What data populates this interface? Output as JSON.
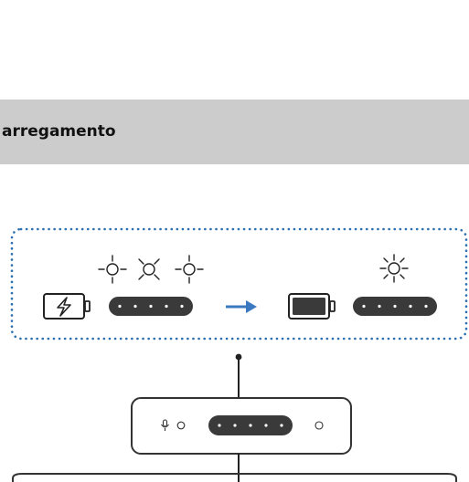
{
  "section": {
    "title": "arregamento"
  },
  "diagram": {
    "states": [
      {
        "battery": "charging-battery-icon",
        "indicator_leds": 5,
        "light_icons": [
          "light-on-icon",
          "light-off-icon",
          "light-on-icon"
        ]
      },
      {
        "battery": "full-battery-icon",
        "indicator_leds": 5,
        "light_icons": [
          "light-on-icon"
        ]
      }
    ],
    "transition": "arrow-right-icon",
    "device": {
      "icons": [
        "microphone-icon",
        "led-indicator-icon",
        "status-led-icon"
      ],
      "indicator_leds": 5
    },
    "colors": {
      "frame_border": "#2c6fb0",
      "arrow": "#3a78c0",
      "section_band": "#cccccc",
      "led_bar": "#3a3a3a",
      "battery_fill": "#3a3a3a"
    }
  }
}
